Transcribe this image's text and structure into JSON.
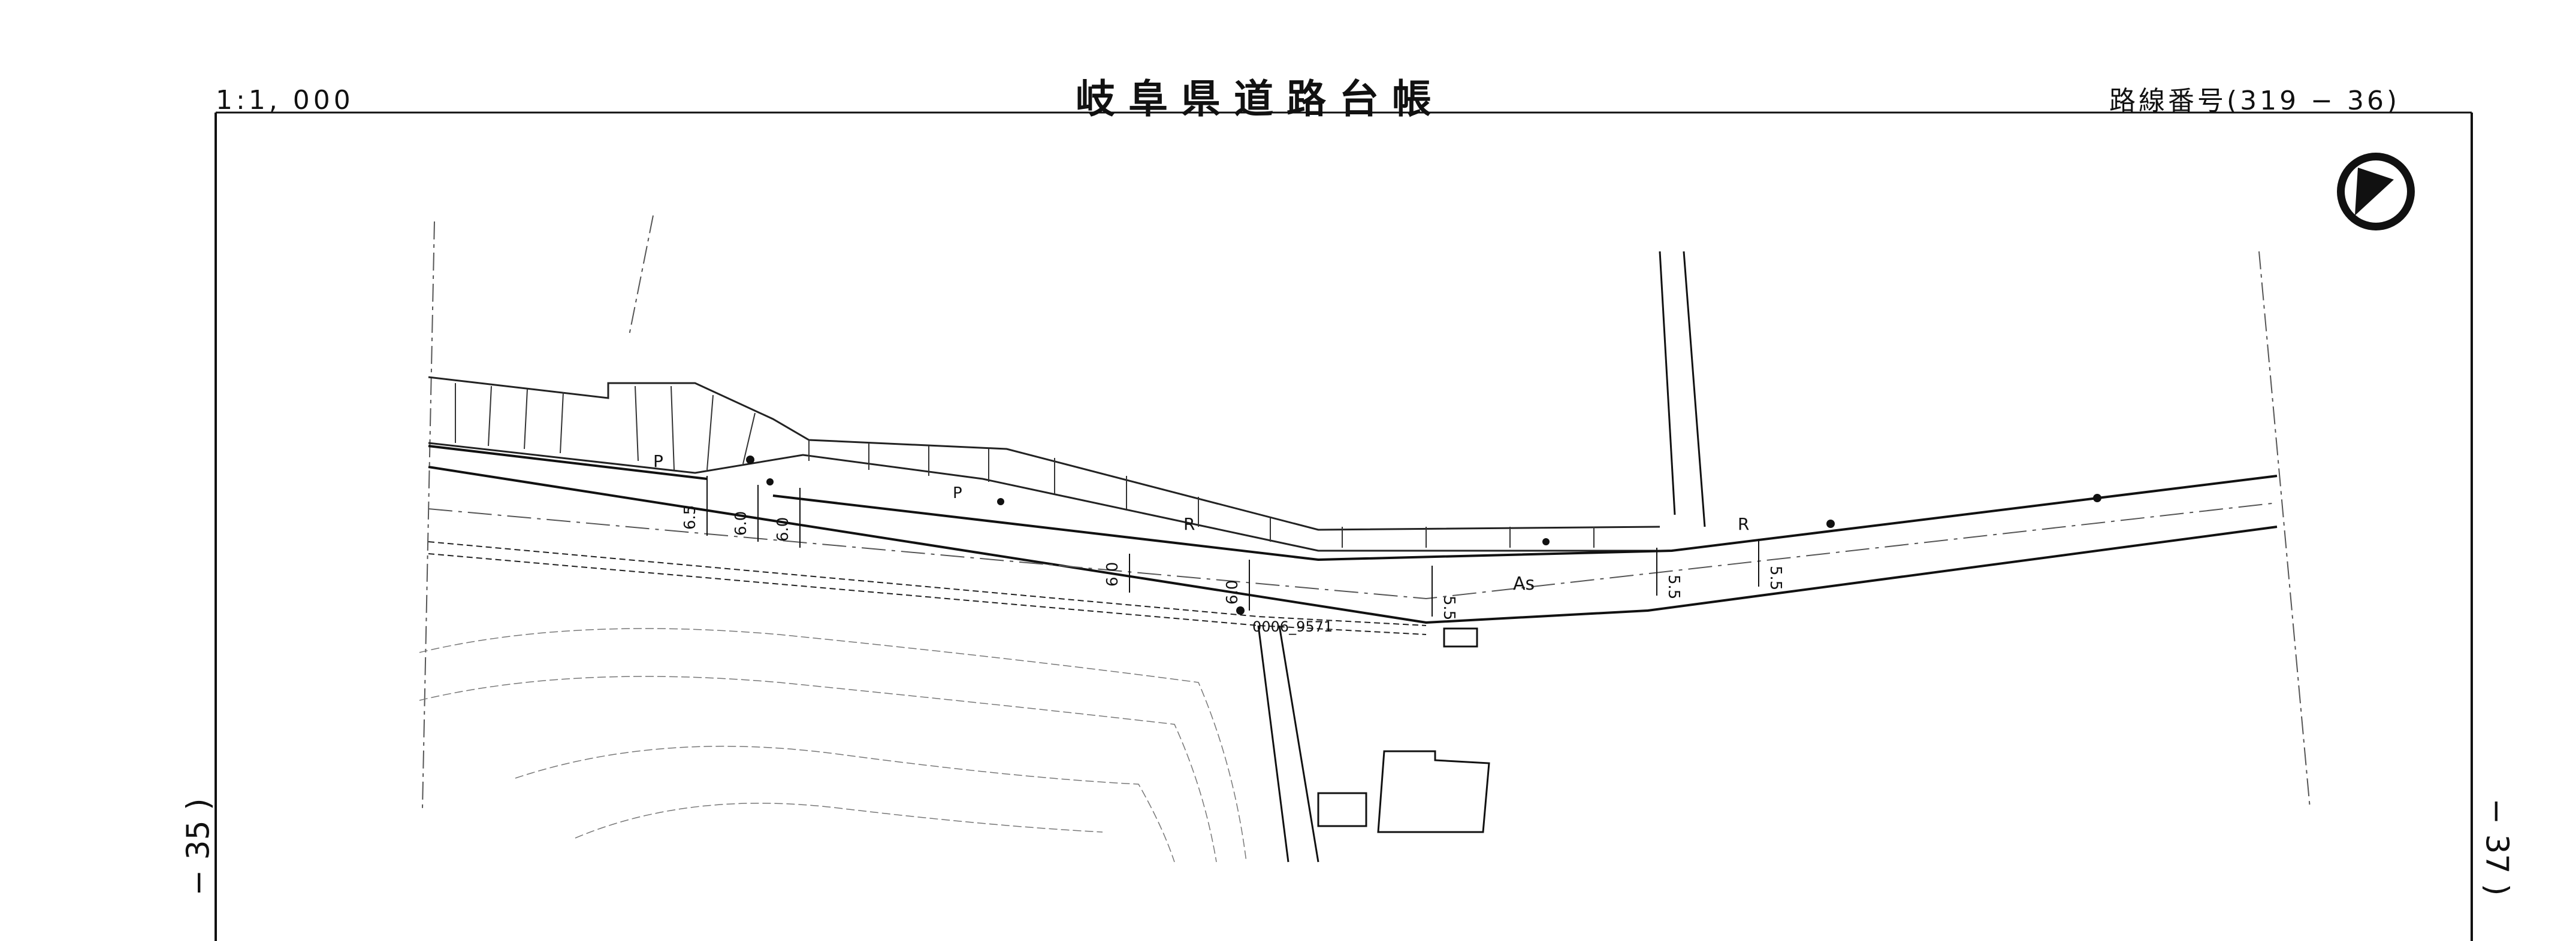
{
  "header": {
    "scale": "1:1, 000",
    "title": "岐阜県道路台帳",
    "route_number": "路線番号(319 − 36)"
  },
  "adjacent_sheets": {
    "left": "− 35 )",
    "right": "− 37 )"
  },
  "map": {
    "north_arrow_icon": "north-arrow-icon",
    "road_labels": {
      "surface": "As",
      "p1": "P",
      "p2": "P",
      "r1": "R",
      "r2": "R",
      "marker": "0006_9571"
    },
    "widths": [
      "6.5",
      "6.0",
      "6.0",
      "6.0",
      "6.0",
      "5.5",
      "5.5",
      "5.5"
    ]
  }
}
